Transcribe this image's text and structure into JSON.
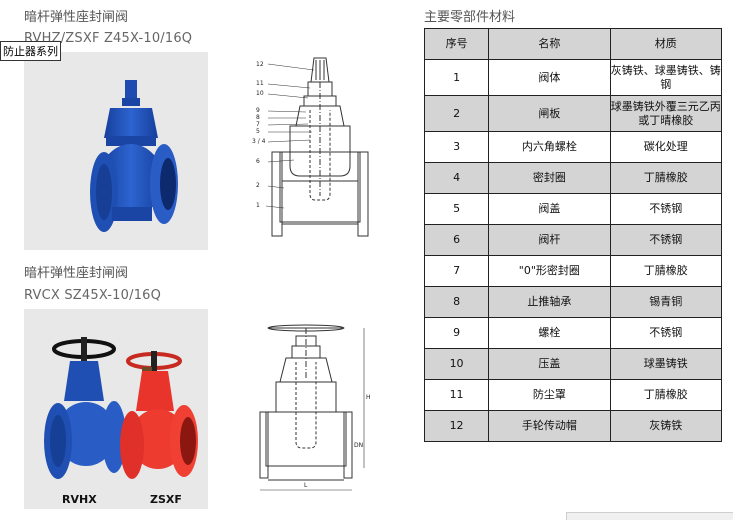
{
  "product1": {
    "title": "暗杆弹性座封闸阀",
    "model": "RVHZ/ZSXF Z45X-10/16Q"
  },
  "tooltip": "防止器系列",
  "product2": {
    "title": "暗杆弹性座封闸阀",
    "model": "RVCX SZ45X-10/16Q"
  },
  "photo2_labels": {
    "left": "RVHX",
    "right": "ZSXF"
  },
  "drawing1_callouts": [
    "12",
    "11",
    "10",
    "9",
    "8",
    "7",
    "5",
    "3 / 4",
    "6",
    "2",
    "1"
  ],
  "drawing2_dims": {
    "h": "H",
    "dn": "DN",
    "l": "L"
  },
  "table": {
    "title": "主要零部件材料",
    "headers": [
      "序号",
      "名称",
      "材质"
    ],
    "rows": [
      [
        "1",
        "阀体",
        "灰铸铁、球墨铸铁、铸钢"
      ],
      [
        "2",
        "闸板",
        "球墨铸铁外覆三元乙丙或丁晴橡胶"
      ],
      [
        "3",
        "内六角螺栓",
        "碳化处理"
      ],
      [
        "4",
        "密封圈",
        "丁腈橡胶"
      ],
      [
        "5",
        "阀盖",
        "不锈钢"
      ],
      [
        "6",
        "阀杆",
        "不锈钢"
      ],
      [
        "7",
        "\"0\"形密封圈",
        "丁腈橡胶"
      ],
      [
        "8",
        "止推轴承",
        "锡青铜"
      ],
      [
        "9",
        "螺栓",
        "不锈钢"
      ],
      [
        "10",
        "压盖",
        "球墨铸铁"
      ],
      [
        "11",
        "防尘罩",
        "丁腈橡胶"
      ],
      [
        "12",
        "手轮传动帽",
        "灰铸铁"
      ]
    ]
  },
  "colors": {
    "valve_blue": "#1f4fb3",
    "valve_red": "#e8342a",
    "header_gray": "#d4d4d4"
  }
}
